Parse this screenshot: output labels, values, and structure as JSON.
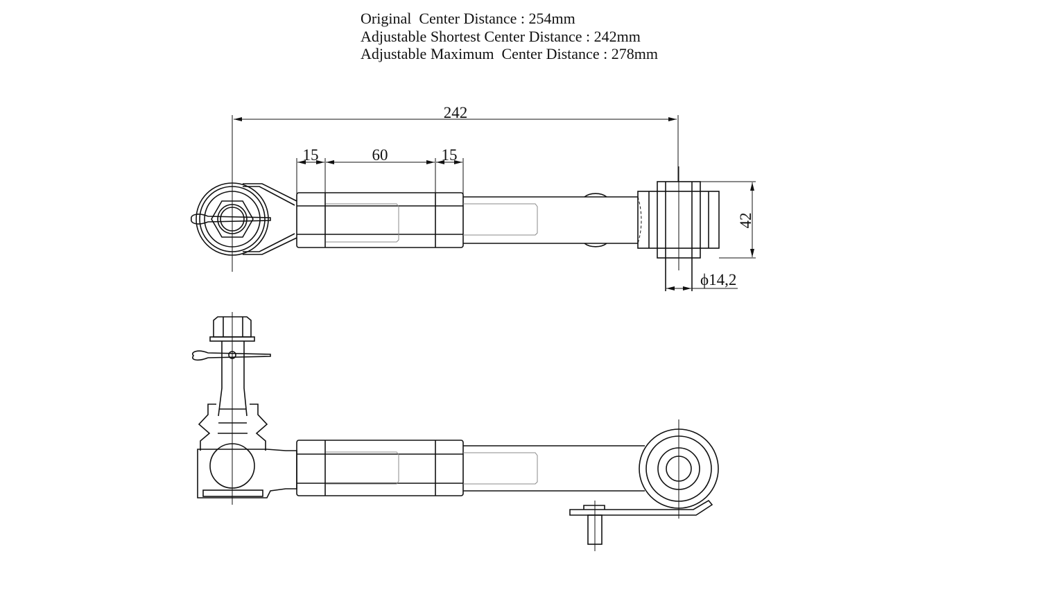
{
  "specs": {
    "line1": "Original  Center Distance : 254mm",
    "line2": "Adjustable Shortest Center Distance : 242mm",
    "line3": "Adjustable Maximum  Center Distance : 278mm"
  },
  "dimensions": {
    "overall": "242",
    "nut_left": "15",
    "thread_body": "60",
    "nut_right": "15",
    "bushing_width": "42",
    "bore_diameter": "ϕ14,2"
  }
}
